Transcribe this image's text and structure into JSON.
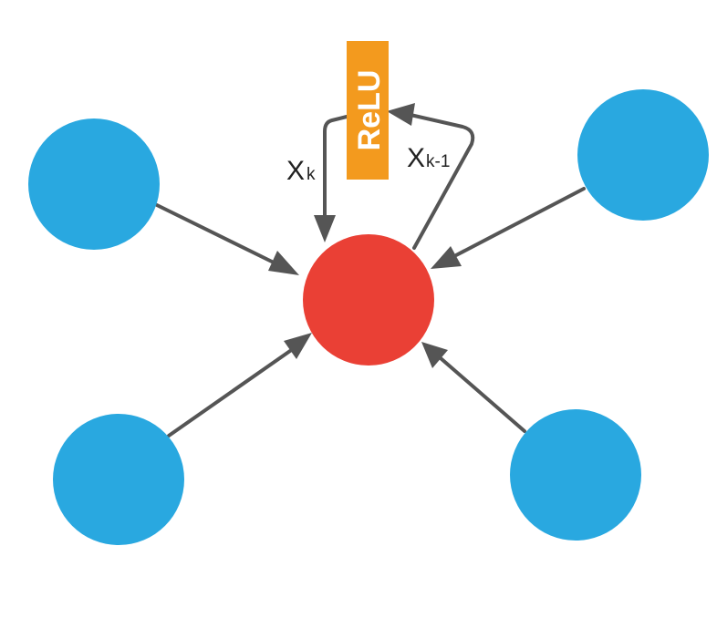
{
  "diagram": {
    "activation": {
      "label": "ReLU",
      "color": "#F39A1E"
    },
    "center_node": {
      "color": "#EA4035"
    },
    "neighbor_nodes": {
      "color": "#29A8E0",
      "count": 4
    },
    "edge_color": "#555555",
    "labels": {
      "x_k": {
        "main": "X",
        "sub": "k"
      },
      "x_k_minus_1": {
        "main": "X",
        "sub": "k-1"
      }
    }
  }
}
